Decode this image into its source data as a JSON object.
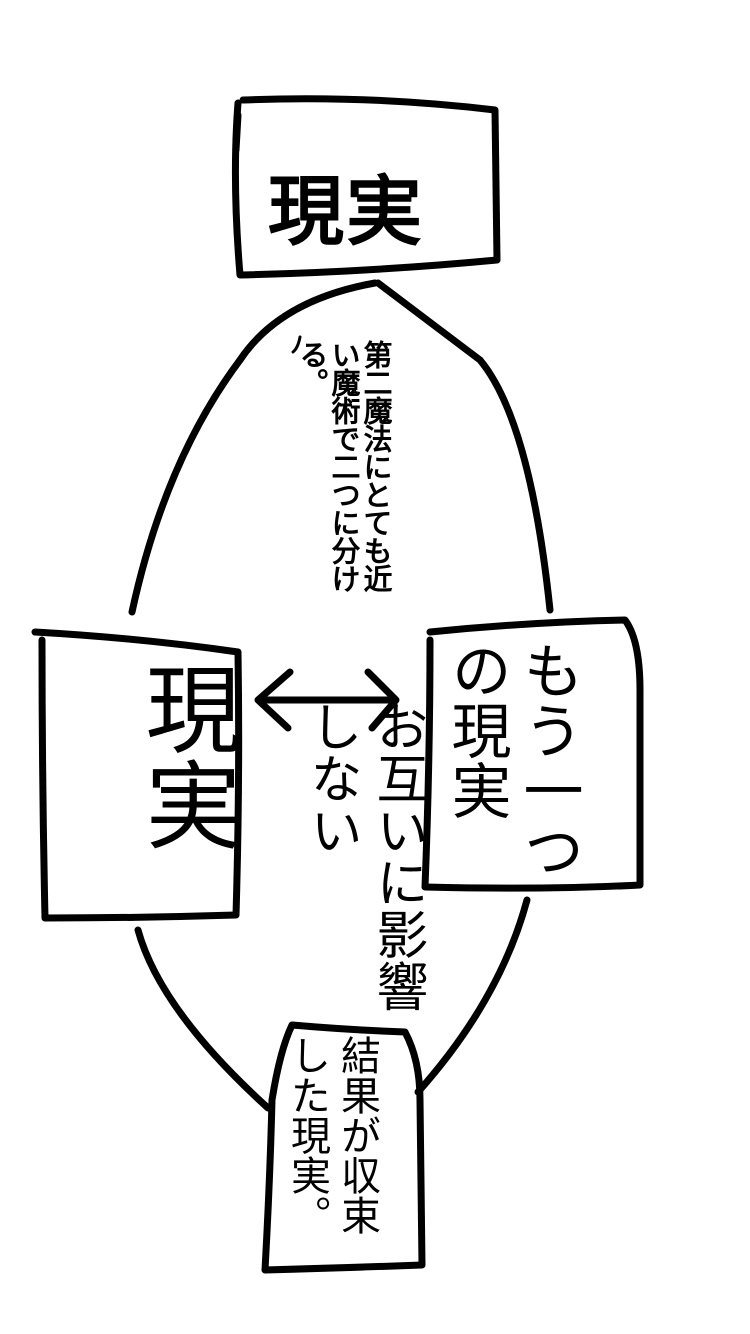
{
  "top_box": {
    "label": "現実"
  },
  "annotation": {
    "text": "第二魔法にとても近い魔術で二つに分ける。"
  },
  "left_box": {
    "label": "現実"
  },
  "right_box": {
    "label": "もう一つの現実"
  },
  "middle_note": {
    "text": "お互いに影響しない"
  },
  "bottom_box": {
    "label": "結果が収束した現実。"
  },
  "colors": {
    "ink": "#000000",
    "background": "#ffffff"
  }
}
